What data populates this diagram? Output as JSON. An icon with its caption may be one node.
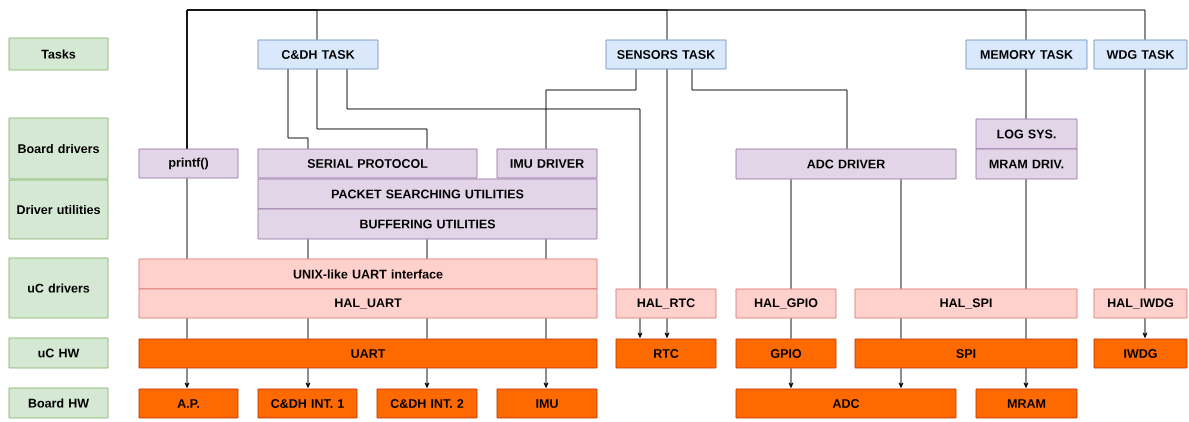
{
  "diagram": {
    "nodes": [
      {
        "text": [
          "Tasks"
        ]
      },
      {
        "text": [
          "Board drivers"
        ]
      },
      {
        "text": [
          "Driver utilities"
        ]
      },
      {
        "text": [
          "uC drivers"
        ]
      },
      {
        "text": [
          "uC HW"
        ]
      },
      {
        "text": [
          "Board HW"
        ]
      },
      {
        "text": [
          "C&DH TASK"
        ]
      },
      {
        "text": [
          "SENSORS TASK"
        ]
      },
      {
        "text": [
          "MEMORY TASK"
        ]
      },
      {
        "text": [
          "WDG TASK"
        ]
      },
      {
        "text": [
          "LOG SYS."
        ]
      },
      {
        "text": [
          "printf()"
        ]
      },
      {
        "text": [
          "SERIAL PROTOCOL"
        ]
      },
      {
        "text": [
          "IMU DRIVER"
        ]
      },
      {
        "text": [
          "ADC DRIVER"
        ]
      },
      {
        "text": [
          "MRAM DRIV."
        ]
      },
      {
        "text": [
          "PACKET SEARCHING UTILITIES"
        ]
      },
      {
        "text": [
          "BUFFERING UTILITIES"
        ]
      },
      {
        "text": [
          "UNIX-like UART interface"
        ]
      },
      {
        "text": [
          "HAL_UART"
        ]
      },
      {
        "text": [
          "HAL_RTC"
        ]
      },
      {
        "text": [
          "HAL_GPIO"
        ]
      },
      {
        "text": [
          "HAL_SPI"
        ]
      },
      {
        "text": [
          "HAL_IWDG"
        ]
      },
      {
        "text": [
          "UART"
        ]
      },
      {
        "text": [
          "RTC"
        ]
      },
      {
        "text": [
          "GPIO"
        ]
      },
      {
        "text": [
          "SPI"
        ]
      },
      {
        "text": [
          "IWDG"
        ]
      },
      {
        "text": [
          "A.P."
        ]
      },
      {
        "text": [
          "C&DH INT. 1"
        ]
      },
      {
        "text": [
          "C&DH INT. 2"
        ]
      },
      {
        "text": [
          "IMU"
        ]
      },
      {
        "text": [
          "ADC"
        ]
      },
      {
        "text": [
          "MRAM"
        ]
      }
    ],
    "edges": [
      {
        "from": 6,
        "to": 11,
        "arrow": "none"
      },
      {
        "from": 7,
        "to": 11,
        "arrow": "none"
      },
      {
        "from": 8,
        "to": 11,
        "arrow": "none"
      },
      {
        "from": 9,
        "to": 11,
        "arrow": "none"
      },
      {
        "from": 6,
        "to": 12,
        "arrow": "none"
      },
      {
        "from": 6,
        "to": 12,
        "arrow": "none"
      },
      {
        "from": 6,
        "to": 20,
        "arrow": "none"
      },
      {
        "from": 7,
        "to": 13,
        "arrow": "none"
      },
      {
        "from": 7,
        "to": 20,
        "arrow": "none"
      },
      {
        "from": 7,
        "to": 14,
        "arrow": "none"
      },
      {
        "from": 8,
        "to": 10,
        "arrow": "none"
      },
      {
        "from": 9,
        "to": 23,
        "arrow": "none"
      },
      {
        "from": 11,
        "to": 18,
        "arrow": "none"
      },
      {
        "from": 17,
        "to": 18,
        "arrow": "none"
      },
      {
        "from": 17,
        "to": 18,
        "arrow": "none"
      },
      {
        "from": 17,
        "to": 18,
        "arrow": "none"
      },
      {
        "from": 19,
        "to": 24,
        "arrow": "none"
      },
      {
        "from": 19,
        "to": 24,
        "arrow": "none"
      },
      {
        "from": 19,
        "to": 24,
        "arrow": "none"
      },
      {
        "from": 19,
        "to": 24,
        "arrow": "none"
      },
      {
        "from": 24,
        "to": 29,
        "arrow": "to"
      },
      {
        "from": 24,
        "to": 30,
        "arrow": "to"
      },
      {
        "from": 24,
        "to": 31,
        "arrow": "to"
      },
      {
        "from": 24,
        "to": 32,
        "arrow": "to"
      },
      {
        "from": 20,
        "to": 25,
        "arrow": "to"
      },
      {
        "from": 20,
        "to": 25,
        "arrow": "to"
      },
      {
        "from": 14,
        "to": 21,
        "arrow": "none"
      },
      {
        "from": 21,
        "to": 26,
        "arrow": "none"
      },
      {
        "from": 26,
        "to": 33,
        "arrow": "to"
      },
      {
        "from": 14,
        "to": 22,
        "arrow": "none"
      },
      {
        "from": 22,
        "to": 27,
        "arrow": "none"
      },
      {
        "from": 27,
        "to": 33,
        "arrow": "to"
      },
      {
        "from": 15,
        "to": 22,
        "arrow": "none"
      },
      {
        "from": 22,
        "to": 27,
        "arrow": "none"
      },
      {
        "from": 27,
        "to": 34,
        "arrow": "to"
      },
      {
        "from": 23,
        "to": 28,
        "arrow": "to"
      }
    ]
  }
}
